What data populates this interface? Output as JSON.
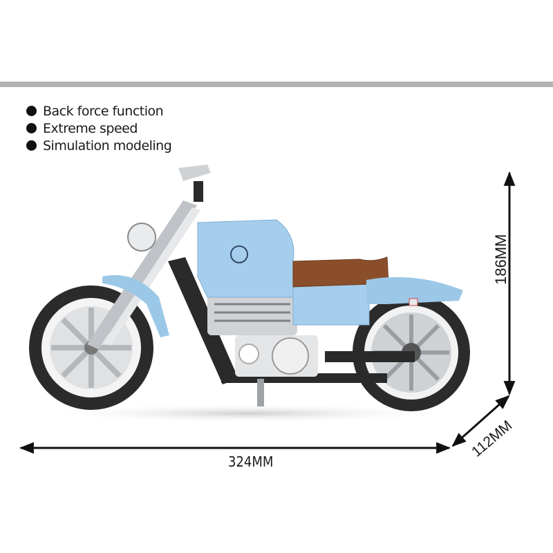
{
  "features": [
    {
      "label": "Back force function",
      "icon": "bullet-dot-icon"
    },
    {
      "label": "Extreme speed",
      "icon": "bullet-dot-icon"
    },
    {
      "label": "Simulation modeling",
      "icon": "bullet-dot-icon"
    }
  ],
  "dimensions": {
    "length": "324MM",
    "height": "186MM",
    "width": "112MM"
  },
  "product": {
    "subject": "blue building-block cruiser motorcycle",
    "colors": {
      "body": "#9cc8e8",
      "seat": "#8a4f2a",
      "frame": "#2a2a2a",
      "chrome": "#d8dadc",
      "tire": "#2b2b2b"
    }
  }
}
